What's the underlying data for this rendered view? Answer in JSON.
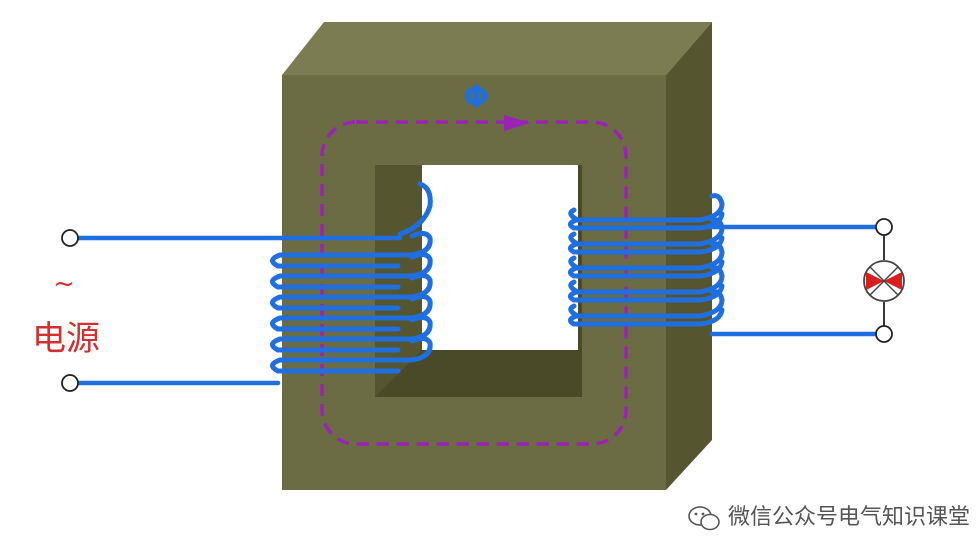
{
  "flux_symbol": "Φ",
  "source": {
    "tilde": "~",
    "label": "电源"
  },
  "watermark": {
    "text": "微信公众号电气知识课堂",
    "icon": "wechat-icon"
  },
  "primary_turns": 6,
  "secondary_turns": 5,
  "colors": {
    "core_front": "#6b6b44",
    "core_top": "#7c7c53",
    "core_side": "#55552f",
    "window_inner": "#4a4a28",
    "coil": "#1f6fe0",
    "flux_path": "#9b22b5",
    "source_label": "#d23030",
    "lamp_red": "#d81e1e"
  }
}
